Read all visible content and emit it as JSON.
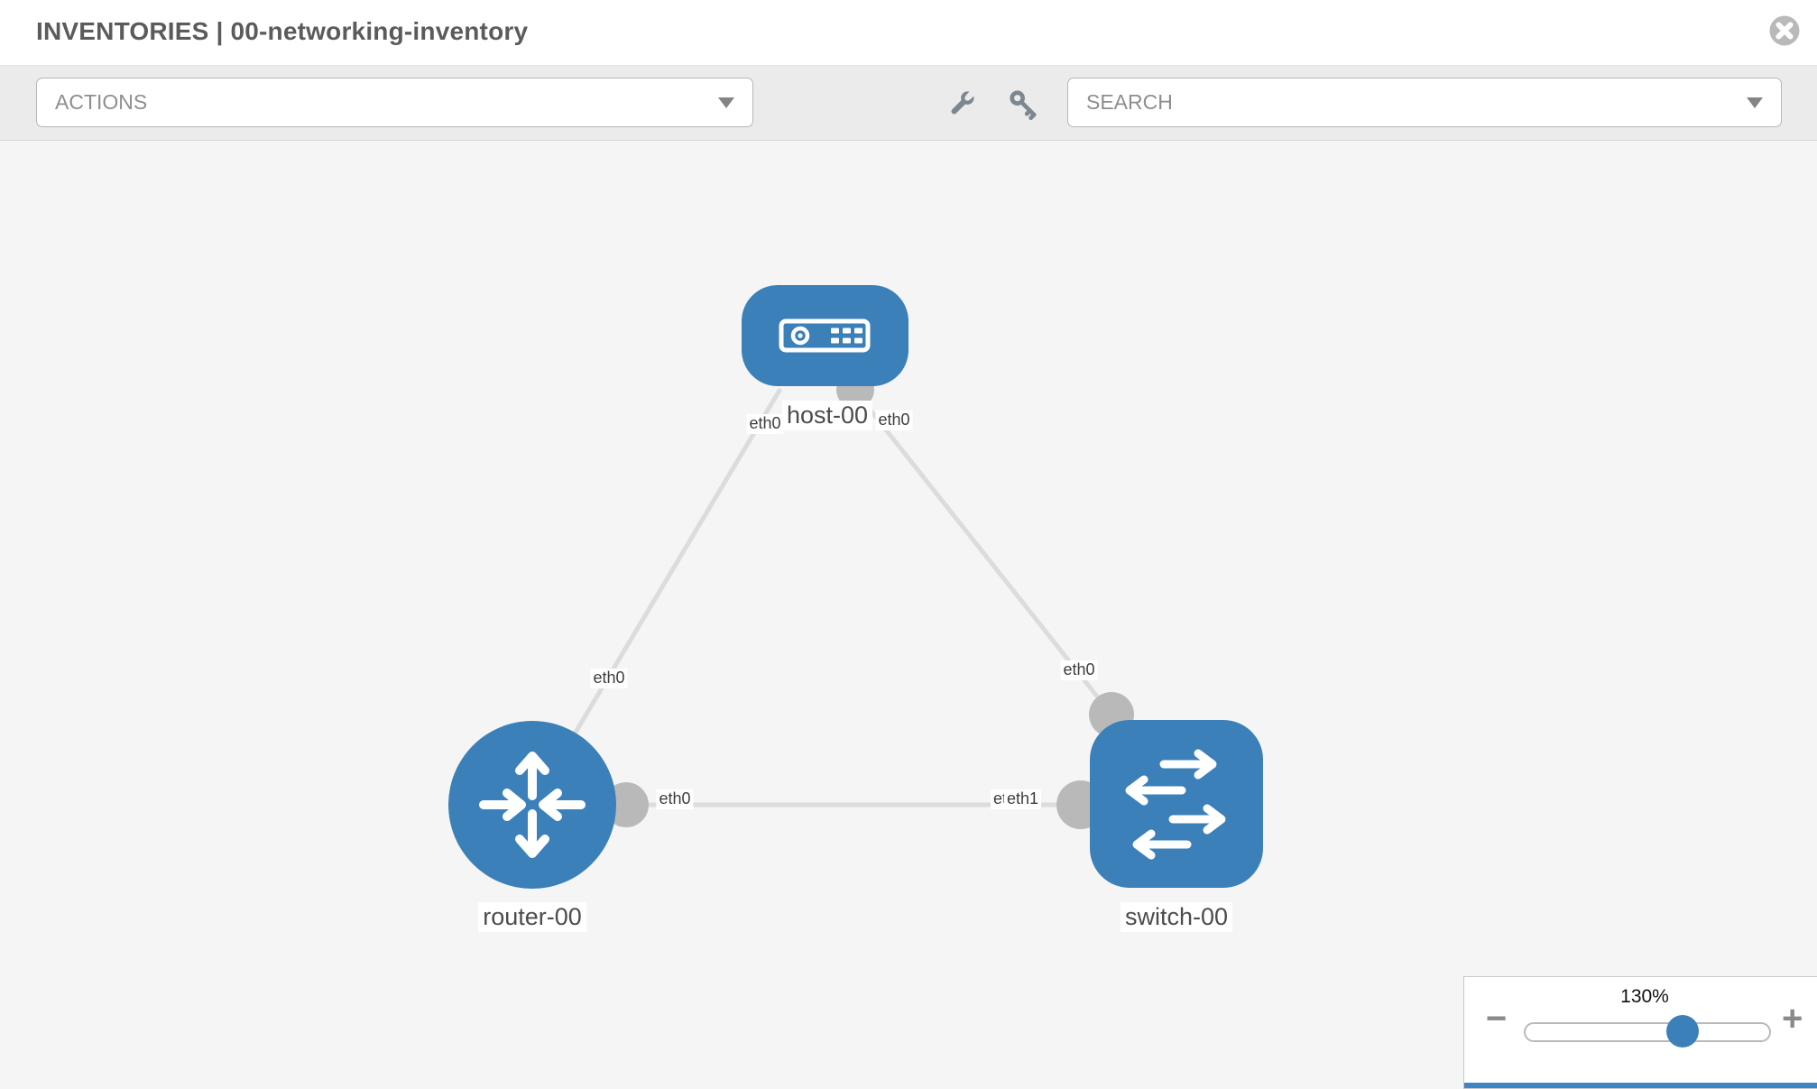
{
  "header": {
    "title": "INVENTORIES | 00-networking-inventory",
    "close_icon": "times-circle"
  },
  "toolbar": {
    "actions_label": "ACTIONS",
    "search_label": "SEARCH",
    "icons": [
      "wrench-icon",
      "key-icon"
    ]
  },
  "topology": {
    "nodes": [
      {
        "id": "host-00",
        "label": "host-00",
        "type": "host"
      },
      {
        "id": "router-00",
        "label": "router-00",
        "type": "router"
      },
      {
        "id": "switch-00",
        "label": "switch-00",
        "type": "switch"
      }
    ],
    "links": [
      {
        "from": "host-00",
        "to": "router-00",
        "from_interface": "eth0",
        "to_interface": "eth0"
      },
      {
        "from": "host-00",
        "to": "switch-00",
        "from_interface": "eth0",
        "to_interface": "eth0"
      },
      {
        "from": "router-00",
        "to": "switch-00",
        "from_interface": "eth0",
        "to_interface": "eth1"
      }
    ],
    "node_labels": {
      "host": "host-00",
      "router": "router-00",
      "switch": "switch-00"
    },
    "eth_labels": {
      "host_left": "eth0",
      "host_right": "eth0",
      "link_host_router": "eth0",
      "link_host_switch": "eth0",
      "router_port": "eth0",
      "switch_port_back": "eth0",
      "switch_port_front": "eth1"
    },
    "colors": {
      "node_fill": "#3b80b8",
      "link": "#dcdcdc",
      "port": "#b9b9b9",
      "canvas_bg": "#f5f5f5"
    }
  },
  "zoom_panel": {
    "level": "130%",
    "minus_label": "−",
    "plus_label": "+"
  }
}
